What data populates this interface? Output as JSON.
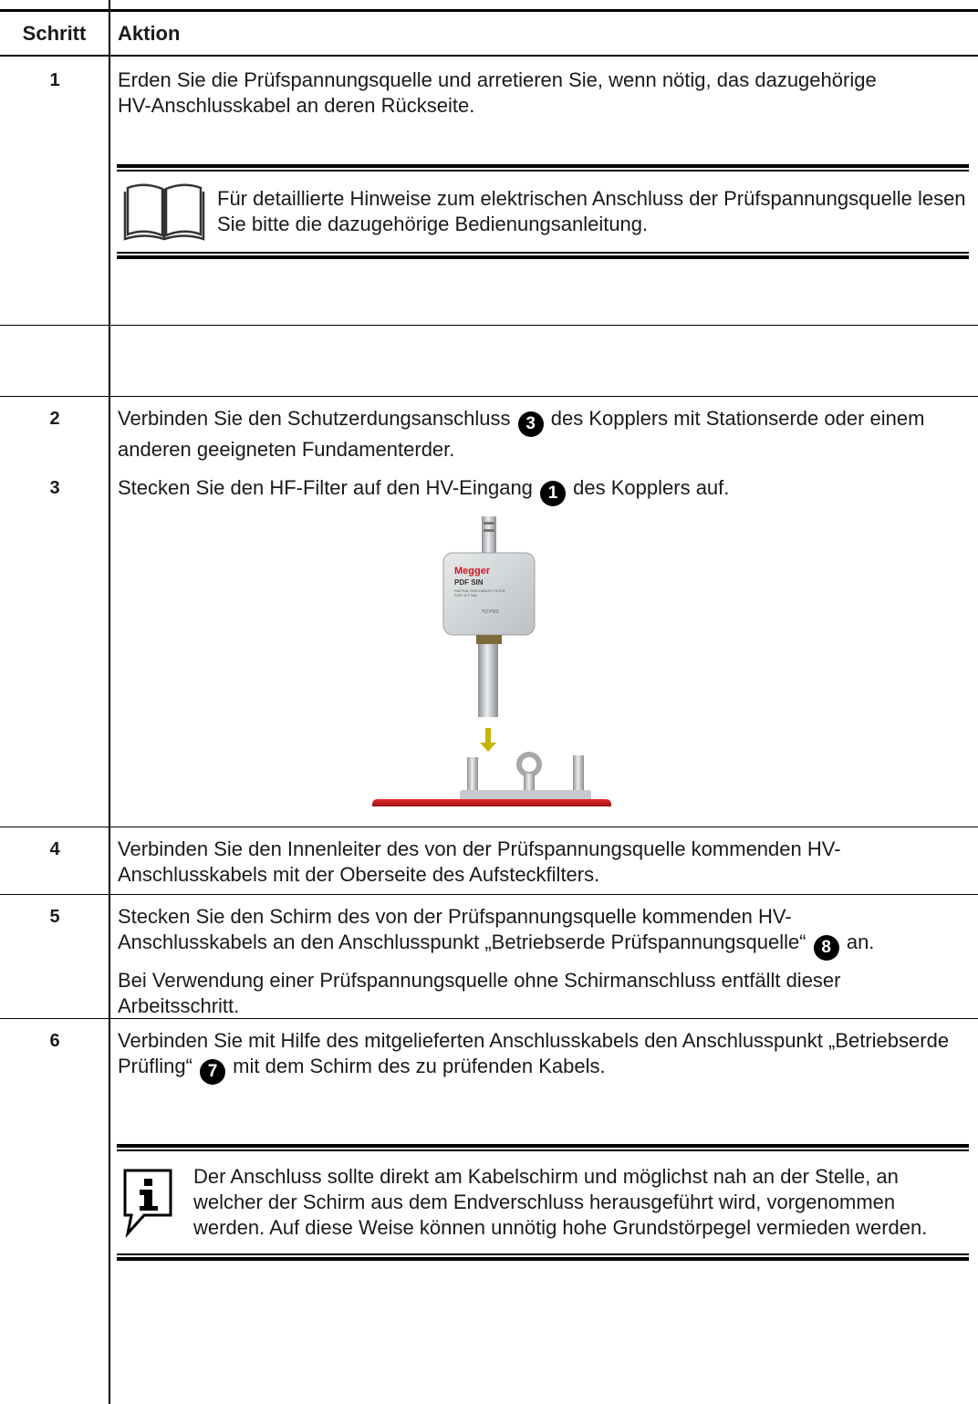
{
  "table": {
    "header": {
      "step": "Schritt",
      "action": "Aktion"
    },
    "rows": [
      {
        "step": "1",
        "text": "Erden Sie die Prüfspannungsquelle und arretieren Sie, wenn nötig, das dazugehörige HV-Anschlusskabel an deren Rückseite.",
        "note": "Für detaillierte Hinweise zum elektrischen Anschluss der Prüfspannungsquelle lesen Sie bitte die dazugehörige Bedienungsanleitung.",
        "note_icon": "book-icon"
      },
      {
        "step": "2",
        "text_before": "Verbinden Sie den Schutzerdungsanschluss",
        "badge": "3",
        "text_after": "des Kopplers mit Stationserde oder einem anderen geeigneten Fundamenterder."
      },
      {
        "step": "3",
        "text_before": "Stecken Sie den HF-Filter auf den HV-Eingang",
        "badge": "1",
        "text_after": "des Kopplers auf.",
        "image": {
          "brand": "Megger",
          "model": "PDF SIN",
          "subtitle": "PARTIAL DISCHARGE FILTER",
          "subtitle2": "FOR VLF SIN",
          "port": "TO PDS",
          "brand_color": "#d2161e",
          "coupler_color": "#c8161c"
        }
      },
      {
        "step": "4",
        "text": "Verbinden Sie den Innenleiter des von der Prüfspannungsquelle kommenden HV-Anschlusskabels mit der Oberseite des Aufsteckfilters."
      },
      {
        "step": "5",
        "text_before": "Stecken Sie den Schirm des von der Prüfspannungsquelle kommenden HV-Anschlusskabels an den Anschlusspunkt „Betriebserde Prüfspannungsquelle“",
        "badge": "8",
        "text_after": "an.",
        "text2": "Bei Verwendung einer Prüfspannungsquelle ohne Schirmanschluss entfällt dieser Arbeitsschritt."
      },
      {
        "step": "6",
        "text_before": "Verbinden Sie mit Hilfe des mitgelieferten Anschlusskabels den Anschlusspunkt „Betriebserde Prüfling“",
        "badge": "7",
        "text_after": "mit dem Schirm des zu prüfenden Kabels.",
        "note": "Der Anschluss sollte direkt am Kabelschirm und möglichst nah an der Stelle, an welcher der Schirm aus dem Endverschluss herausgeführt wird, vorgenommen werden. Auf diese Weise können unnötig hohe Grundstörpegel vermieden werden.",
        "note_icon": "info-icon"
      }
    ]
  }
}
